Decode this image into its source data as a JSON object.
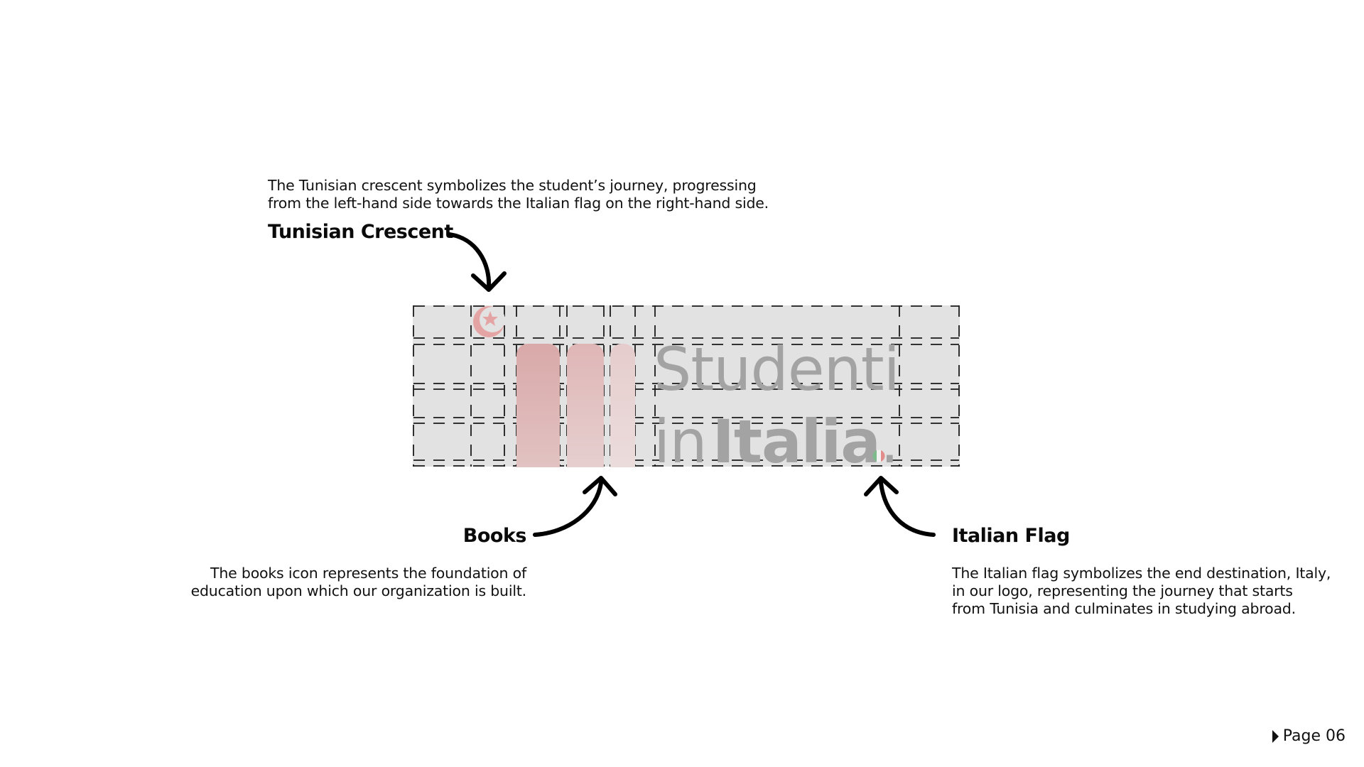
{
  "crescent": {
    "label": "Tunisian Crescent",
    "description": [
      "The Tunisian crescent symbolizes the student’s journey, progressing",
      "from the left-hand side towards the Italian flag on the right-hand side."
    ]
  },
  "books": {
    "label": "Books",
    "description": [
      "The books icon represents the foundation of",
      "education upon which our organization is built."
    ]
  },
  "flag": {
    "label": "Italian Flag",
    "description": [
      "The Italian flag symbolizes the end destination, Italy,",
      "in our logo, representing the journey that starts",
      "from Tunisia and culminates in studying abroad."
    ]
  },
  "logo": {
    "line1": "Studenti",
    "line2_light": "in",
    "line2_bold": "Italia",
    "dot": "."
  },
  "footer": {
    "page": "Page 06"
  },
  "colors": {
    "frame": "#e2e2e2",
    "logo_text": "#a3a3a3",
    "crescent": "#e4a4a4",
    "flag_green": "#7dbb8c",
    "flag_red": "#e38c8c"
  }
}
